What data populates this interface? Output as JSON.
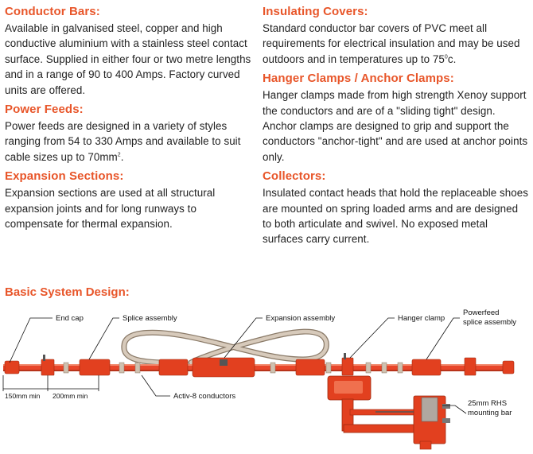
{
  "sections_left": [
    {
      "title": "Conductor Bars:",
      "body": "Available in galvanised steel, copper and high conductive aluminium with a stainless steel contact surface. Supplied in either four or two metre lengths and in a range of 90 to 400 Amps. Factory curved units are offered."
    },
    {
      "title": "Power Feeds:",
      "body_main": "Power feeds are designed in a variety of styles ranging from 54 to 330 Amps and available to suit cable sizes up to 70mm",
      "body_sup": "2",
      "body_end": "."
    },
    {
      "title": "Expansion Sections:",
      "body": "Expansion sections are used at all structural expansion joints and for long runways to compensate for thermal expansion."
    }
  ],
  "sections_right": [
    {
      "title": "Insulating Covers:",
      "body_main": "Standard conductor bar covers of PVC meet all requirements for electrical insulation and may be used outdoors and in temperatures up to 75",
      "body_sup": "0",
      "body_end": "c."
    },
    {
      "title": "Hanger Clamps / Anchor Clamps:",
      "body": "Hanger clamps made from high strength Xenoy support the conductors and are of a \"sliding tight\" design. Anchor clamps are designed to grip and support the conductors \"anchor-tight\" and are used at anchor points only."
    },
    {
      "title": "Collectors:",
      "body": "Insulated contact heads that hold the replaceable shoes are mounted on spring loaded arms and are designed to both articulate and swivel. No exposed metal surfaces carry current."
    }
  ],
  "diagram": {
    "title": "Basic System Design:",
    "labels": {
      "end_cap": "End cap",
      "splice_assembly": "Splice assembly",
      "expansion_assembly": "Expansion assembly",
      "hanger_clamp": "Hanger clamp",
      "powerfeed_line1": "Powerfeed",
      "powerfeed_line2": "splice assembly",
      "activ8": "Activ-8 conductors",
      "rhs_line1": "25mm RHS",
      "rhs_line2": "mounting bar",
      "dim_150": "150mm min",
      "dim_200": "200mm min"
    },
    "colors": {
      "accent": "#e8562a",
      "conductor": "#e8462a",
      "cable": "#c9b9a6"
    }
  }
}
